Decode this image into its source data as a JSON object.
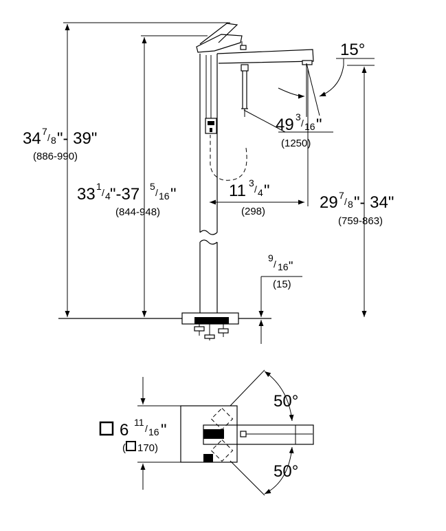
{
  "dimensions": {
    "overall_height": {
      "whole": "34",
      "num": "7",
      "den": "8",
      "rest": "\"- 39\"",
      "metric": "(886-990)"
    },
    "spout_height": {
      "whole": "33",
      "num": "1",
      "den": "4",
      "mid": "\"-37",
      "num2": "5",
      "den2": "16",
      "end": "\"",
      "metric": "(844-948)"
    },
    "outlet_height": {
      "whole": "29",
      "num": "7",
      "den": "8",
      "rest": "\"- 34\"",
      "metric": "(759-863)"
    },
    "hose_length": {
      "whole": "49",
      "num": "3",
      "den": "16",
      "end": "\"",
      "metric": "(1250)"
    },
    "projection": {
      "whole": "11",
      "num": "3",
      "den": "4",
      "end": "\"",
      "metric": "(298)"
    },
    "floor_offset": {
      "num": "9",
      "den": "16",
      "end": "\"",
      "metric": "(15)"
    },
    "tilt_angle": "15°",
    "base_square": {
      "whole": "6",
      "num": "11",
      "den": "16",
      "end": "\"",
      "metric_open": "(",
      "metric_value": "170)"
    },
    "swivel_top": "50°",
    "swivel_bottom": "50°"
  }
}
